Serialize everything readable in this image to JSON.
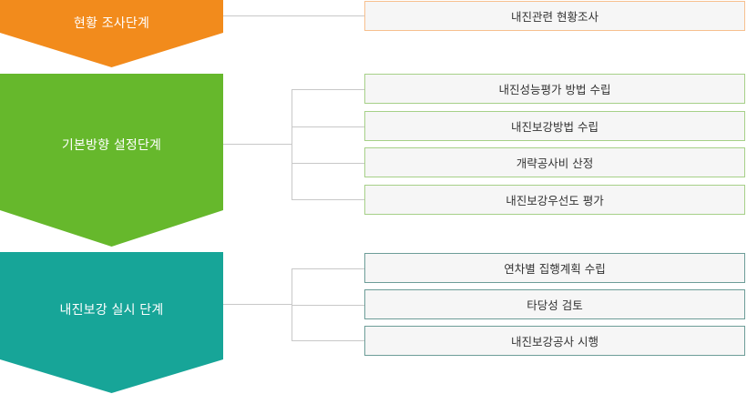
{
  "colors": {
    "stage1": "#f28b1c",
    "stage2": "#66b82c",
    "stage3": "#17a598",
    "line": "#c8c8c8"
  },
  "stages": [
    {
      "label": "현황 조사단계",
      "tasks": [
        "내진관련 현황조사"
      ]
    },
    {
      "label": "기본방향 설정단계",
      "tasks": [
        "내진성능평가 방법 수립",
        "내진보강방법 수립",
        "개략공사비 산정",
        "내진보강우선도 평가"
      ]
    },
    {
      "label": "내진보강 실시 단계",
      "tasks": [
        "연차별 집행계획 수립",
        "타당성 검토",
        "내진보강공사 시행"
      ]
    }
  ]
}
